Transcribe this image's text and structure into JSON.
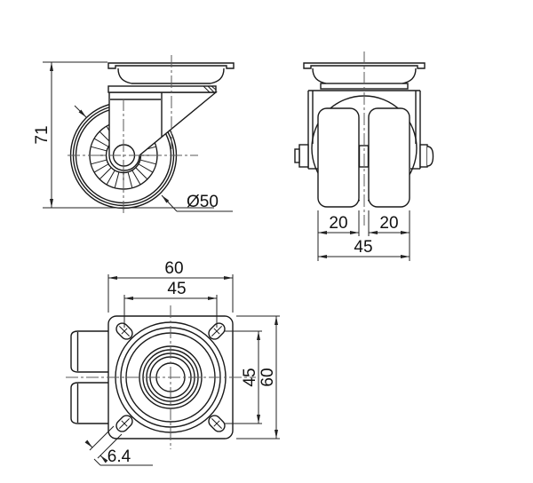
{
  "colors": {
    "background": "#ffffff",
    "line": "#1a1a1a",
    "dimension": "#222222",
    "centerline": "#5a5a5a"
  },
  "views": {
    "side": {
      "label_height": "71",
      "label_wheel_diameter": "Ø50"
    },
    "front": {
      "label_wheel_width_left": "20",
      "label_wheel_width_right": "20",
      "label_track_width": "45"
    },
    "plan": {
      "label_plate_width": "60",
      "label_bolt_spacing_horizontal": "45",
      "label_bolt_spacing_vertical": "45",
      "label_plate_height": "60",
      "label_slot_width": "6.4"
    }
  }
}
